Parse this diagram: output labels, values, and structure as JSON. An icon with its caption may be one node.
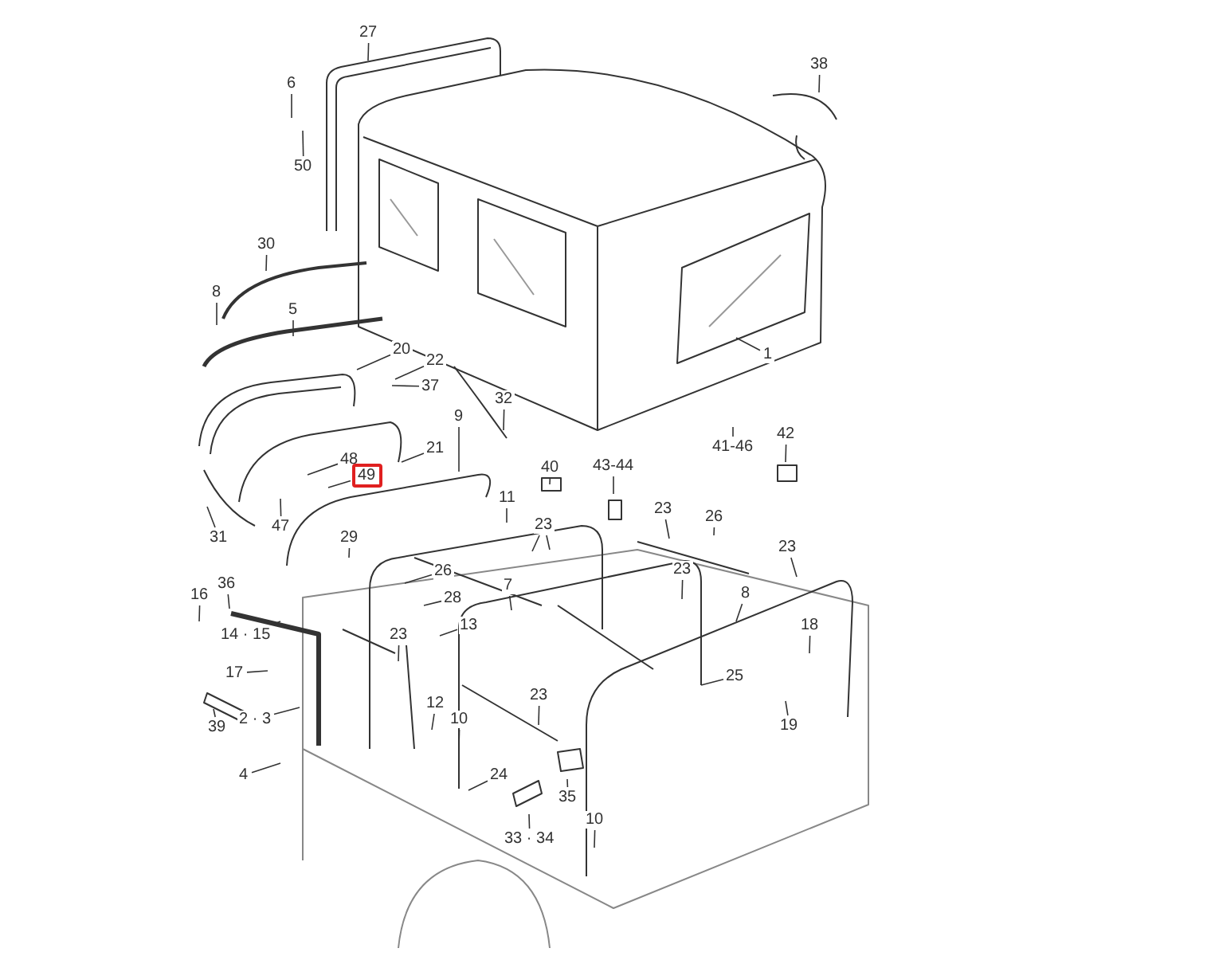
{
  "diagram": {
    "nodes": [
      {
        "text": [
          "27"
        ]
      },
      {
        "text": [
          "6"
        ]
      },
      {
        "text": [
          "50"
        ]
      },
      {
        "text": [
          "38"
        ]
      },
      {
        "text": [
          "30"
        ]
      },
      {
        "text": [
          "8"
        ]
      },
      {
        "text": [
          "5"
        ]
      },
      {
        "text": [
          "20"
        ]
      },
      {
        "text": [
          "22"
        ]
      },
      {
        "text": [
          "37"
        ]
      },
      {
        "text": [
          "1"
        ]
      },
      {
        "text": [
          "32"
        ]
      },
      {
        "text": [
          "41-46"
        ]
      },
      {
        "text": [
          "42"
        ]
      },
      {
        "text": [
          "9"
        ]
      },
      {
        "text": [
          "21"
        ]
      },
      {
        "text": [
          "48"
        ]
      },
      {
        "text": [
          "49"
        ]
      },
      {
        "text": [
          "40"
        ]
      },
      {
        "text": [
          "43-44"
        ]
      },
      {
        "text": [
          "31"
        ]
      },
      {
        "text": [
          "47"
        ]
      },
      {
        "text": [
          "11"
        ]
      },
      {
        "text": [
          "23"
        ]
      },
      {
        "text": [
          "26"
        ]
      },
      {
        "text": [
          "23"
        ]
      },
      {
        "text": [
          "23"
        ]
      },
      {
        "text": [
          "29"
        ]
      },
      {
        "text": [
          "23"
        ]
      },
      {
        "text": [
          "7"
        ]
      },
      {
        "text": [
          "8"
        ]
      },
      {
        "text": [
          "26"
        ]
      },
      {
        "text": [
          "28"
        ]
      },
      {
        "text": [
          "13"
        ]
      },
      {
        "text": [
          "36"
        ]
      },
      {
        "text": [
          "16"
        ]
      },
      {
        "text": [
          "14 · 15"
        ]
      },
      {
        "text": [
          "17"
        ]
      },
      {
        "text": [
          "23"
        ]
      },
      {
        "text": [
          "18"
        ]
      },
      {
        "text": [
          "25"
        ]
      },
      {
        "text": [
          "12"
        ]
      },
      {
        "text": [
          "23"
        ]
      },
      {
        "text": [
          "39"
        ]
      },
      {
        "text": [
          "2 · 3"
        ]
      },
      {
        "text": [
          "10"
        ]
      },
      {
        "text": [
          "19"
        ]
      },
      {
        "text": [
          "4"
        ]
      },
      {
        "text": [
          "24"
        ]
      },
      {
        "text": [
          "35"
        ]
      },
      {
        "text": [
          "33 · 34"
        ]
      },
      {
        "text": [
          "10"
        ]
      }
    ],
    "edges": [
      {
        "from": 0,
        "to": null,
        "arrow": "none"
      },
      {
        "from": 1,
        "to": null,
        "arrow": "none"
      },
      {
        "from": 2,
        "to": null,
        "arrow": "none"
      },
      {
        "from": 3,
        "to": null,
        "arrow": "none"
      },
      {
        "from": 4,
        "to": null,
        "arrow": "none"
      },
      {
        "from": 5,
        "to": null,
        "arrow": "none"
      },
      {
        "from": 6,
        "to": null,
        "arrow": "none"
      },
      {
        "from": 7,
        "to": null,
        "arrow": "none"
      },
      {
        "from": 8,
        "to": null,
        "arrow": "none"
      },
      {
        "from": 9,
        "to": null,
        "arrow": "none"
      },
      {
        "from": 10,
        "to": null,
        "arrow": "none"
      },
      {
        "from": 11,
        "to": null,
        "arrow": "none"
      },
      {
        "from": 12,
        "to": null,
        "arrow": "none"
      },
      {
        "from": 13,
        "to": null,
        "arrow": "none"
      },
      {
        "from": 14,
        "to": null,
        "arrow": "none"
      },
      {
        "from": 15,
        "to": null,
        "arrow": "none"
      },
      {
        "from": 16,
        "to": null,
        "arrow": "none"
      },
      {
        "from": 17,
        "to": null,
        "arrow": "none"
      },
      {
        "from": 18,
        "to": null,
        "arrow": "none"
      },
      {
        "from": 19,
        "to": null,
        "arrow": "none"
      },
      {
        "from": 20,
        "to": null,
        "arrow": "none"
      },
      {
        "from": 21,
        "to": null,
        "arrow": "none"
      },
      {
        "from": 22,
        "to": null,
        "arrow": "none"
      },
      {
        "from": 23,
        "to": null,
        "arrow": "none"
      },
      {
        "from": 23,
        "to": null,
        "arrow": "none"
      },
      {
        "from": 24,
        "to": null,
        "arrow": "none"
      },
      {
        "from": 25,
        "to": null,
        "arrow": "none"
      },
      {
        "from": 26,
        "to": null,
        "arrow": "none"
      },
      {
        "from": 27,
        "to": null,
        "arrow": "none"
      },
      {
        "from": 28,
        "to": null,
        "arrow": "none"
      },
      {
        "from": 29,
        "to": null,
        "arrow": "none"
      },
      {
        "from": 30,
        "to": null,
        "arrow": "none"
      },
      {
        "from": 31,
        "to": null,
        "arrow": "none"
      },
      {
        "from": 32,
        "to": null,
        "arrow": "none"
      },
      {
        "from": 33,
        "to": null,
        "arrow": "none"
      },
      {
        "from": 34,
        "to": null,
        "arrow": "none"
      },
      {
        "from": 35,
        "to": null,
        "arrow": "none"
      },
      {
        "from": 36,
        "to": null,
        "arrow": "none"
      },
      {
        "from": 37,
        "to": null,
        "arrow": "none"
      },
      {
        "from": 38,
        "to": null,
        "arrow": "none"
      },
      {
        "from": 39,
        "to": null,
        "arrow": "none"
      },
      {
        "from": 40,
        "to": null,
        "arrow": "none"
      },
      {
        "from": 41,
        "to": null,
        "arrow": "none"
      },
      {
        "from": 42,
        "to": null,
        "arrow": "none"
      },
      {
        "from": 43,
        "to": null,
        "arrow": "none"
      },
      {
        "from": 44,
        "to": null,
        "arrow": "none"
      },
      {
        "from": 45,
        "to": null,
        "arrow": "none"
      },
      {
        "from": 46,
        "to": null,
        "arrow": "none"
      },
      {
        "from": 47,
        "to": null,
        "arrow": "none"
      },
      {
        "from": 48,
        "to": null,
        "arrow": "none"
      },
      {
        "from": 49,
        "to": null,
        "arrow": "none"
      },
      {
        "from": 50,
        "to": null,
        "arrow": "none"
      },
      {
        "from": 51,
        "to": null,
        "arrow": "none"
      }
    ]
  }
}
